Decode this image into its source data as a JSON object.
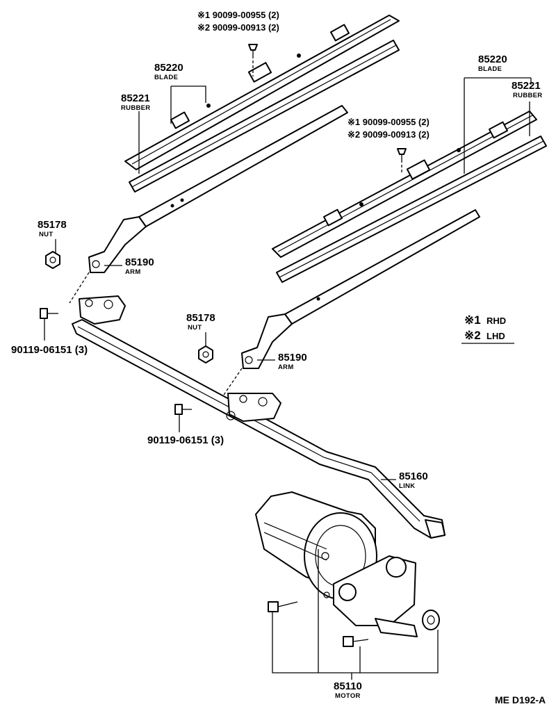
{
  "parts": {
    "blade_left": {
      "number": "85220",
      "name": "BLADE"
    },
    "rubber_left": {
      "number": "85221",
      "name": "RUBBER"
    },
    "blade_right": {
      "number": "85220",
      "name": "BLADE"
    },
    "rubber_right": {
      "number": "85221",
      "name": "RUBBER"
    },
    "screw_left": {
      "line1": "※1  90099-00955 (2)",
      "line2": "※2  90099-00913 (2)"
    },
    "screw_right": {
      "line1": "※1  90099-00955 (2)",
      "line2": "※2  90099-00913 (2)"
    },
    "nut_left": {
      "number": "85178",
      "name": "NUT"
    },
    "nut_right": {
      "number": "85178",
      "name": "NUT"
    },
    "arm_left": {
      "number": "85190",
      "name": "ARM"
    },
    "arm_right": {
      "number": "85190",
      "name": "ARM"
    },
    "bolt_left": {
      "number": "90119-06151 (3)"
    },
    "bolt_right": {
      "number": "90119-06151 (3)"
    },
    "link": {
      "number": "85160",
      "name": "LINK"
    },
    "motor": {
      "number": "85110",
      "name": "MOTOR"
    }
  },
  "legend": {
    "rhd_mark": "※1",
    "rhd": "RHD",
    "lhd_mark": "※2",
    "lhd": "LHD"
  },
  "diagram_code": "ME D192-A"
}
